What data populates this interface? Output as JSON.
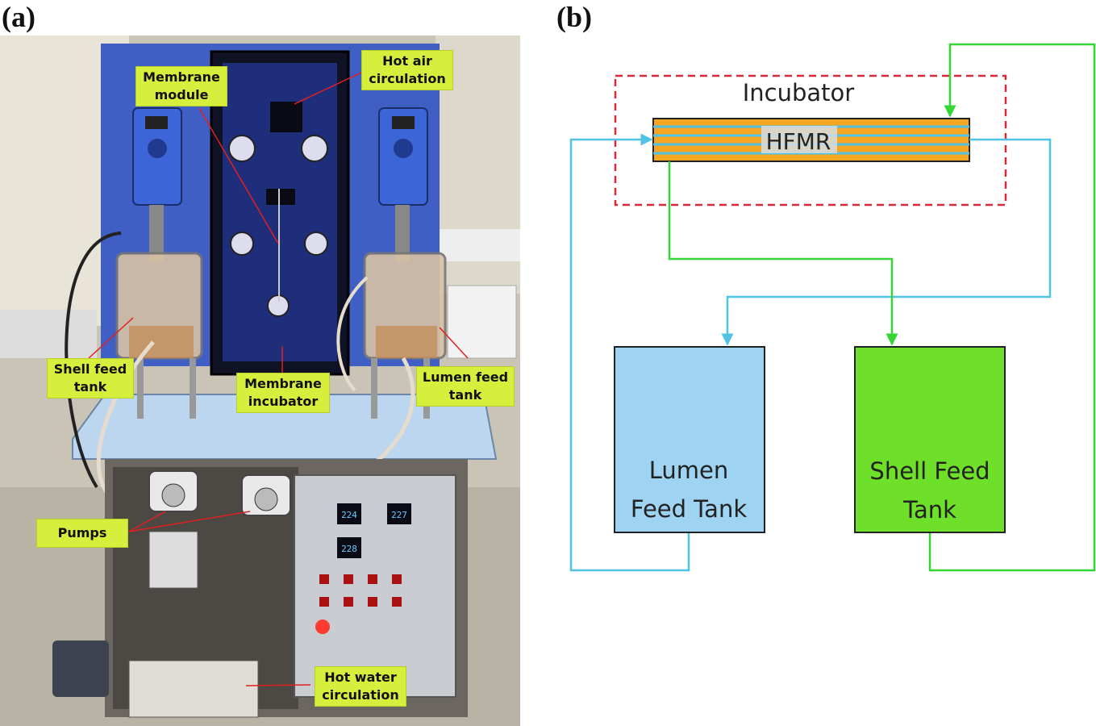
{
  "panels": {
    "a_label": "(a)",
    "b_label": "(b)"
  },
  "photo_callouts": {
    "membrane_module": [
      "Membrane",
      "module"
    ],
    "hot_air": [
      "Hot air",
      "circulation"
    ],
    "shell_feed": [
      "Shell feed",
      "tank"
    ],
    "membrane_incubator": [
      "Membrane",
      "incubator"
    ],
    "lumen_feed": [
      "Lumen feed",
      "tank"
    ],
    "pumps": [
      "Pumps"
    ],
    "hot_water": [
      "Hot water",
      "circulation"
    ]
  },
  "controller_displays": [
    "224",
    "227",
    "228"
  ],
  "diagram": {
    "incubator_label": "Incubator",
    "hfmr_label": "HFMR",
    "lumen_tank": [
      "Lumen",
      "Feed Tank"
    ],
    "shell_tank": [
      "Shell Feed",
      "Tank"
    ]
  },
  "colors": {
    "callout": "#d6ef3c",
    "lumen_line": "#4fc3e3",
    "shell_line": "#33d633",
    "incubator_dash": "#d9283a",
    "hfmr_fill": "#f5a623",
    "lumen_tank_fill": "#9fd3f2",
    "shell_tank_fill": "#6ee02a"
  }
}
